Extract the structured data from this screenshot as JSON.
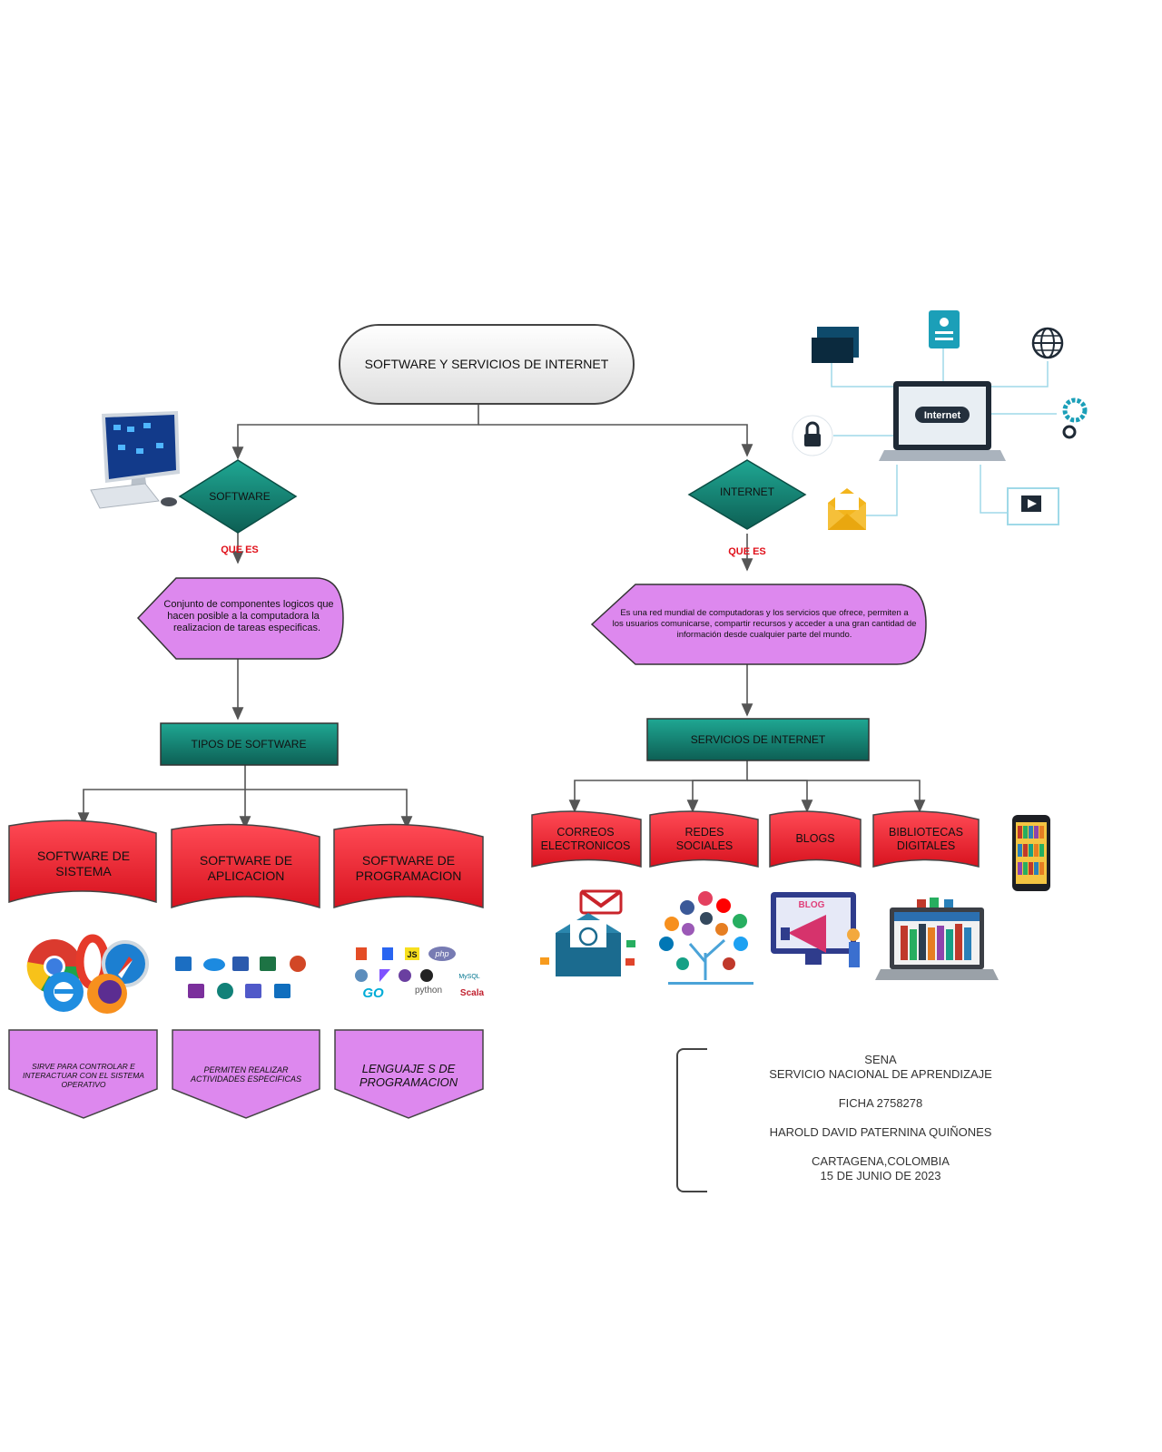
{
  "title": "SOFTWARE Y SERVICIOS DE INTERNET",
  "left": {
    "decision": "SOFTWARE",
    "que_es": "QUE ES",
    "definition": [
      "Conjunto de componentes logicos que",
      "hacen posible a la computadora la",
      "realizacion de tareas especificas."
    ],
    "types_title": "TIPOS DE SOFTWARE",
    "types": [
      {
        "label": [
          "SOFTWARE DE",
          "SISTEMA"
        ],
        "desc": [
          "SIRVE PARA  CONTROLAR E",
          "INTERACTUAR CON  EL SISTEMA",
          "OPERATIVO"
        ]
      },
      {
        "label": [
          "SOFTWARE DE",
          "APLICACION"
        ],
        "desc": [
          "PERMITEN REALIZAR",
          "ACTIVIDADES ESPECIFICAS"
        ]
      },
      {
        "label": [
          "SOFTWARE DE",
          "PROGRAMACION"
        ],
        "desc": [
          "LENGUAJE S DE",
          "PROGRAMACION"
        ]
      }
    ],
    "prog_logos": [
      "JS",
      "php",
      "GO",
      "python",
      "Scala",
      "MySQL"
    ]
  },
  "right": {
    "decision": "INTERNET",
    "que_es": "QUE ES",
    "definition": [
      "Es una red mundial de computadoras y los servicios que ofrece, permiten a",
      "los usuarios comunicarse, compartir recursos y acceder a una gran cantidad de",
      "información desde cualquier parte del mundo."
    ],
    "services_title": "SERVICIOS DE INTERNET",
    "services": [
      {
        "label": [
          "CORREOS",
          "ELECTRONICOS"
        ]
      },
      {
        "label": [
          "REDES",
          "SOCIALES"
        ]
      },
      {
        "label": [
          "BLOGS"
        ]
      },
      {
        "label": [
          "BIBLIOTECAS",
          "DIGITALES"
        ]
      }
    ],
    "laptop_label": "Internet",
    "blog_label": "BLOG"
  },
  "footer": {
    "lines": [
      "SENA",
      "SERVICIO NACIONAL DE APRENDIZAJE",
      "",
      "FICHA 2758278",
      "",
      "HAROLD DAVID PATERNINA QUIÑONES",
      "",
      "CARTAGENA,COLOMBIA",
      "15 DE JUNIO DE 2023"
    ]
  },
  "colors": {
    "teal": "#137a6c",
    "purple": "#dd88ee",
    "red": "#ee2a36",
    "que_red": "#e0101a"
  },
  "icons": [
    "desktop-computer-icon",
    "internet-laptop-icon",
    "folder-icon",
    "id-card-icon",
    "globe-icon",
    "lock-icon",
    "gear-icon",
    "envelope-icon",
    "video-player-icon",
    "browser-logos-icon",
    "office-apps-icon",
    "programming-logos-icon",
    "gmail-icon",
    "social-network-tree-icon",
    "blog-megaphone-icon",
    "digital-library-laptop-icon",
    "ebook-phone-icon"
  ]
}
